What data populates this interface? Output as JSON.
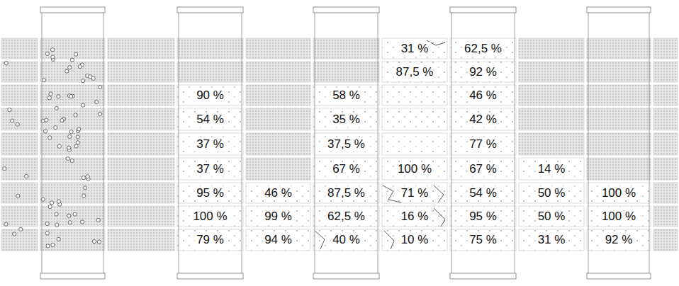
{
  "diagram": {
    "labels": [
      "31 %",
      "62,5 %",
      "87,5 %",
      "92 %",
      "90 %",
      "58 %",
      "46 %",
      "54 %",
      "35 %",
      "42 %",
      "37 %",
      "37,5 %",
      "77 %",
      "37 %",
      "67 %",
      "100 %",
      "67 %",
      "14 %",
      "95 %",
      "46 %",
      "87,5 %",
      "71 %",
      "54 %",
      "50 %",
      "100 %",
      "100 %",
      "99 %",
      "62,5 %",
      "16 %",
      "95 %",
      "50 %",
      "100 %",
      "79 %",
      "94 %",
      "40 %",
      "10 %",
      "75 %",
      "31 %",
      "92 %"
    ]
  }
}
